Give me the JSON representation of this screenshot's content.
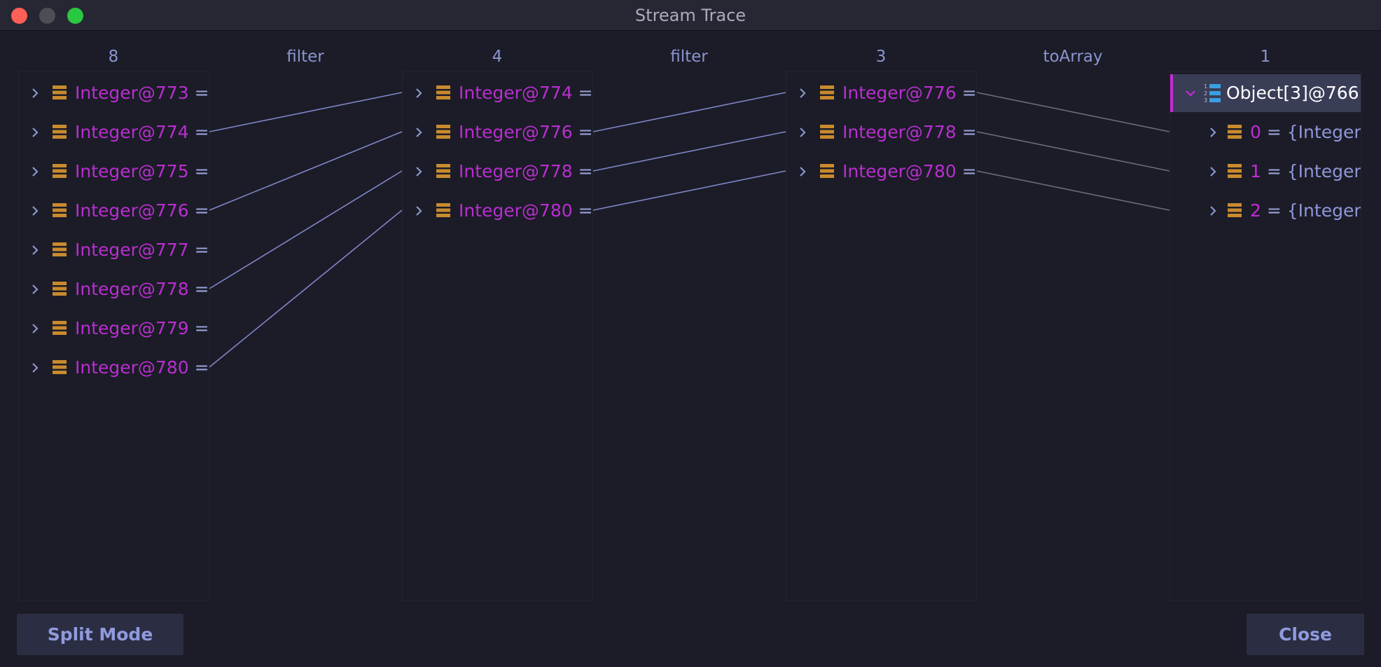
{
  "window": {
    "title": "Stream Trace"
  },
  "columns": {
    "c0_count": "8",
    "c1_op": "filter",
    "c2_count": "4",
    "c3_op": "filter",
    "c4_count": "3",
    "c5_op": "toArray",
    "c6_count": "1"
  },
  "panel0": {
    "items": [
      {
        "label": "Integer@773",
        "eq": "="
      },
      {
        "label": "Integer@774",
        "eq": "="
      },
      {
        "label": "Integer@775",
        "eq": "="
      },
      {
        "label": "Integer@776",
        "eq": "="
      },
      {
        "label": "Integer@777",
        "eq": "="
      },
      {
        "label": "Integer@778",
        "eq": "="
      },
      {
        "label": "Integer@779",
        "eq": "="
      },
      {
        "label": "Integer@780",
        "eq": "="
      }
    ]
  },
  "panel1": {
    "items": [
      {
        "label": "Integer@774",
        "eq": "="
      },
      {
        "label": "Integer@776",
        "eq": "="
      },
      {
        "label": "Integer@778",
        "eq": "="
      },
      {
        "label": "Integer@780",
        "eq": "="
      }
    ]
  },
  "panel2": {
    "items": [
      {
        "label": "Integer@776",
        "eq": "="
      },
      {
        "label": "Integer@778",
        "eq": "="
      },
      {
        "label": "Integer@780",
        "eq": "="
      }
    ]
  },
  "result": {
    "title": "Object[3]@766",
    "items": [
      {
        "index": "0",
        "eq": "=",
        "value": "{Integer@"
      },
      {
        "index": "1",
        "eq": "=",
        "value": "{Integer@"
      },
      {
        "index": "2",
        "eq": "=",
        "value": "{Integer@"
      }
    ]
  },
  "buttons": {
    "split_mode": "Split Mode",
    "close": "Close"
  },
  "colors": {
    "background": "#1b1c27",
    "link_line": "#7f86c9",
    "result_link_line": "#6b6c78",
    "value_text": "#b92ed0",
    "icon_orange": "#c98a2e",
    "selected_row": "#3a3d56",
    "selection_accent": "#c42bd8"
  },
  "icons": {
    "expand": "chevron-right-icon",
    "collapse": "chevron-down-icon",
    "object": "stack-icon",
    "array": "numbered-list-icon"
  }
}
